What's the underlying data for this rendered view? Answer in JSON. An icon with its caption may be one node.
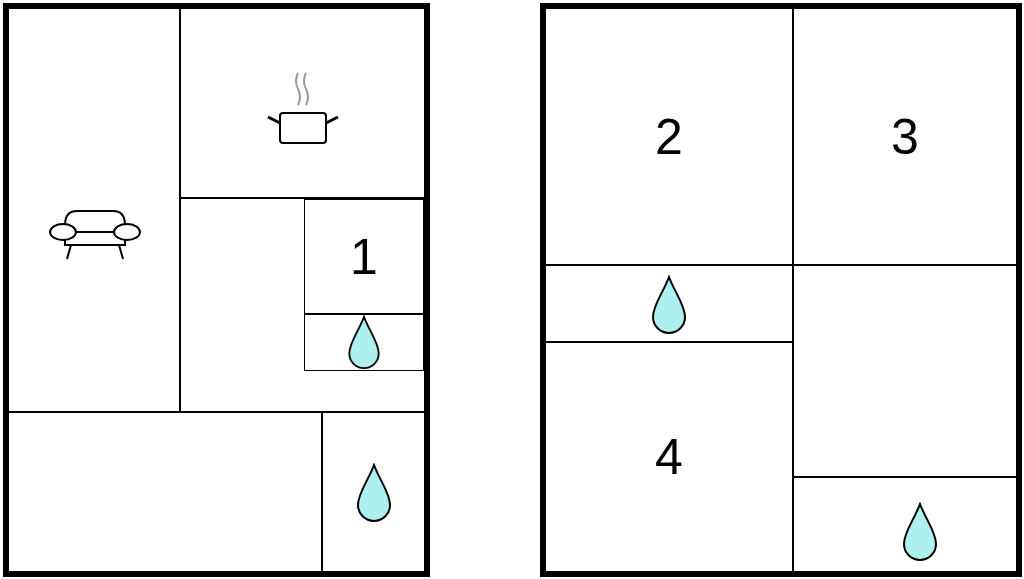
{
  "diagram": {
    "nodes": [
      {
        "text": [],
        "shape": "box"
      },
      {
        "text": [],
        "shape": "box",
        "in": 0
      },
      {
        "text": [],
        "shape": "box",
        "in": 0
      },
      {
        "text": [],
        "shape": "box",
        "in": 0
      },
      {
        "text": [
          "1"
        ],
        "in": 3
      },
      {
        "text": [],
        "shape": "box",
        "in": 3
      },
      {
        "text": [],
        "shape": "box",
        "in": 0
      },
      {
        "text": [],
        "shape": "box",
        "in": 0
      },
      {
        "text": [],
        "shape": "box"
      },
      {
        "text": [
          "2"
        ],
        "in": 8
      },
      {
        "text": [
          "3"
        ],
        "in": 8
      },
      {
        "text": [],
        "shape": "box",
        "in": 8
      },
      {
        "text": [
          "4"
        ],
        "in": 8
      },
      {
        "text": [],
        "shape": "box",
        "in": 8
      },
      {
        "text": [],
        "shape": "box",
        "in": 8
      }
    ]
  }
}
